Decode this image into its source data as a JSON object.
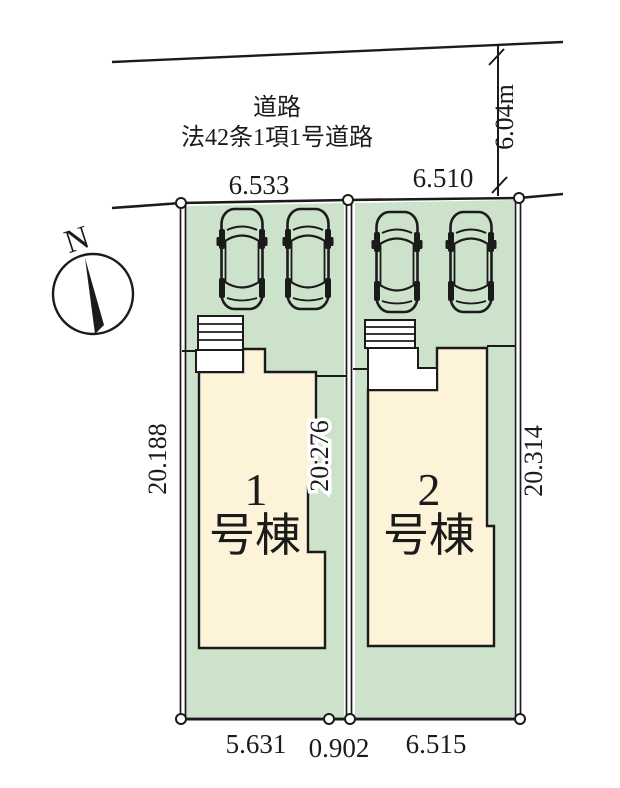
{
  "colors": {
    "lot_green": "#cde2cb",
    "building_cream": "#fcf3d8",
    "outline_black": "#1b1b1b",
    "paper_white": "#ffffff"
  },
  "road": {
    "label": "道路",
    "designation": "法42条1項1号道路",
    "width_label": "6.04m"
  },
  "compass": {
    "north_label": "N"
  },
  "dimensions": {
    "lot1_frontage": "6.533",
    "lot2_frontage": "6.510",
    "left_depth": "20.188",
    "center_depth": "20.276",
    "right_depth": "20.314",
    "lot1_rear": "5.631",
    "rear_middle": "0.902",
    "lot2_rear": "6.515"
  },
  "buildings": [
    {
      "number": "1",
      "suffix": "号棟"
    },
    {
      "number": "2",
      "suffix": "号棟"
    }
  ]
}
